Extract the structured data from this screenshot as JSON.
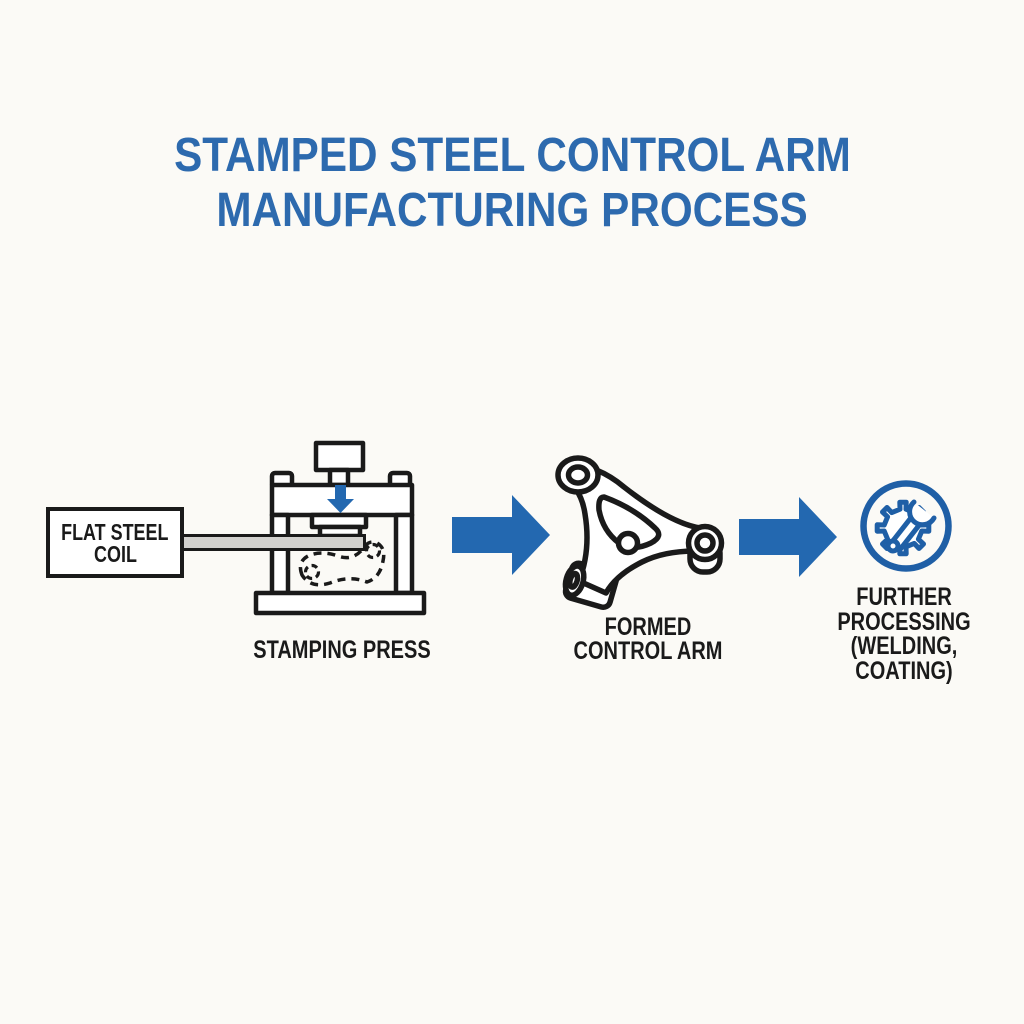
{
  "title": {
    "line1": "STAMPED STEEL CONTROL ARM",
    "line2": "MANUFACTURING PROCESS"
  },
  "colors": {
    "title_blue": "#2d6aae",
    "accent_blue": "#2368b0",
    "icon_blue": "#1f5fa6",
    "ink": "#1a1a1a",
    "steel_gray": "#d2d1ce",
    "background": "#fbfaf6"
  },
  "flow": {
    "coil_label": {
      "line1": "FLAT STEEL",
      "line2": "COIL"
    },
    "press_label": "STAMPING PRESS",
    "arm_label": {
      "line1": "FORMED",
      "line2": "CONTROL ARM"
    },
    "processing_label": {
      "line1": "FURTHER",
      "line2": "PROCESSING",
      "line3": "(WELDING,",
      "line4": "COATING)"
    }
  },
  "icons": {
    "flow_arrow": "right-arrow-icon",
    "ram_arrow": "down-arrow-icon",
    "processing_icon": "gear-wrench-icon"
  }
}
